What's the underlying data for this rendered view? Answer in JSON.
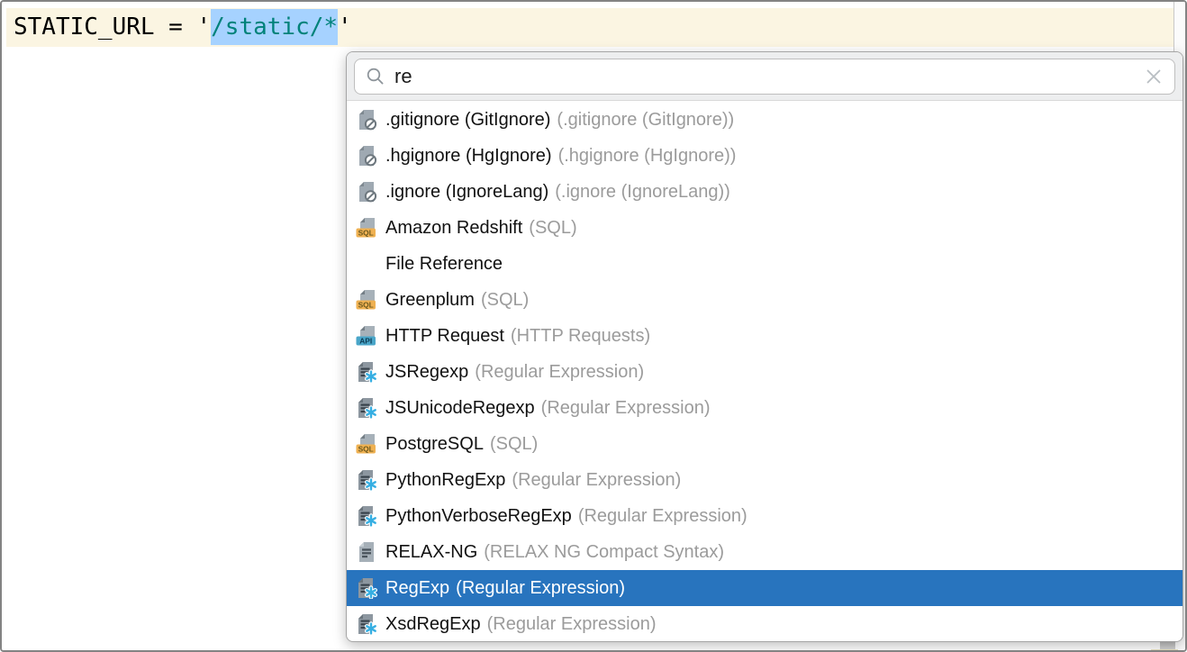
{
  "editor": {
    "code": {
      "prefix": "STATIC_URL = ",
      "open_quote": "'",
      "selected_text": "/static/*",
      "close_quote": "'"
    },
    "colors": {
      "current_line_bg": "#FBF5E2",
      "selection_bg": "#A6D2FF",
      "string_color": "#00827A"
    }
  },
  "popup": {
    "search": {
      "value": "re",
      "icon": "search-icon",
      "clear_icon": "close-icon"
    },
    "selection_bg": "#2874BE",
    "selected_item": "RegExp",
    "items": [
      {
        "icon": "ignore-file-icon",
        "label": ".gitignore (GitIgnore)",
        "detail": "(.gitignore (GitIgnore))"
      },
      {
        "icon": "ignore-file-icon",
        "label": ".hgignore (HgIgnore)",
        "detail": "(.hgignore (HgIgnore))"
      },
      {
        "icon": "ignore-file-icon",
        "label": ".ignore (IgnoreLang)",
        "detail": "(.ignore (IgnoreLang))"
      },
      {
        "icon": "sql-file-icon",
        "label": "Amazon Redshift",
        "detail": "(SQL)"
      },
      {
        "icon": "none",
        "label": "File Reference",
        "detail": ""
      },
      {
        "icon": "sql-file-icon",
        "label": "Greenplum",
        "detail": "(SQL)"
      },
      {
        "icon": "api-file-icon",
        "label": "HTTP Request",
        "detail": "(HTTP Requests)"
      },
      {
        "icon": "regexp-file-icon",
        "label": "JSRegexp",
        "detail": "(Regular Expression)"
      },
      {
        "icon": "regexp-file-icon",
        "label": "JSUnicodeRegexp",
        "detail": "(Regular Expression)"
      },
      {
        "icon": "sql-file-icon",
        "label": "PostgreSQL",
        "detail": "(SQL)"
      },
      {
        "icon": "regexp-file-icon",
        "label": "PythonRegExp",
        "detail": "(Regular Expression)"
      },
      {
        "icon": "regexp-file-icon",
        "label": "PythonVerboseRegExp",
        "detail": "(Regular Expression)"
      },
      {
        "icon": "text-file-icon",
        "label": "RELAX-NG",
        "detail": "(RELAX NG Compact Syntax)"
      },
      {
        "icon": "regexp-file-icon",
        "label": "RegExp",
        "detail": "(Regular Expression)",
        "selected": true
      },
      {
        "icon": "regexp-file-icon",
        "label": "XsdRegExp",
        "detail": "(Regular Expression)"
      }
    ]
  }
}
